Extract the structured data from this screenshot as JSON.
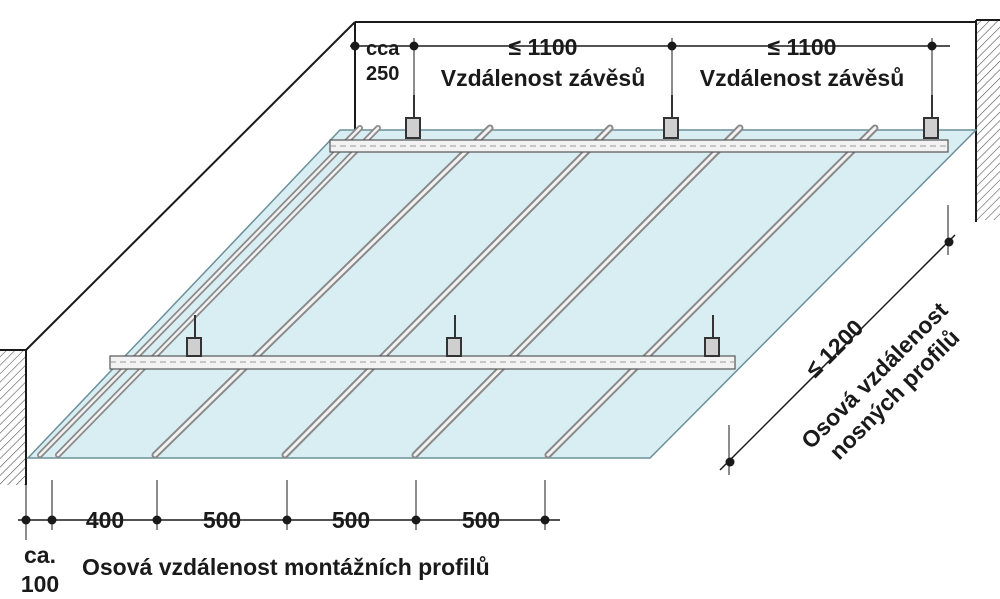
{
  "colors": {
    "board": "#d9eef3",
    "board_edge": "#6b8f99",
    "profile_light": "#f2f2f2",
    "profile_dark": "#8a8a8a",
    "hatch": "#555555",
    "line": "#1a1a1a"
  },
  "top_dims": {
    "cca_line1": "cca",
    "cca_line2": "250",
    "span1_value": "≤ 1100",
    "span1_label": "Vzdálenost závěsů",
    "span2_value": "≤ 1100",
    "span2_label": "Vzdálenost závěsů"
  },
  "side_dims": {
    "value": "≤ 1200",
    "label_line1": "Osová vzdálenost",
    "label_line2": "nosných profilů"
  },
  "bottom_dims": {
    "ca_line1": "ca.",
    "ca_line2": "100",
    "d1": "400",
    "d2": "500",
    "d3": "500",
    "d4": "500",
    "label": "Osová vzdálenost montážních profilů"
  }
}
